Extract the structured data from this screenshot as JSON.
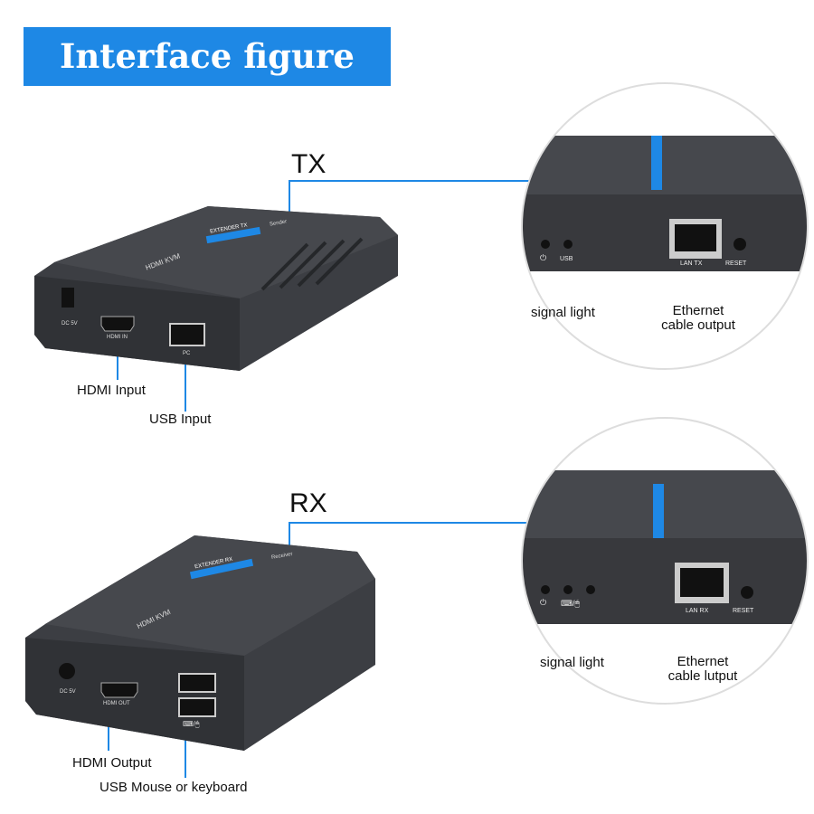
{
  "header": {
    "title": "Interface figure"
  },
  "accent_color": "#1e88e5",
  "tx": {
    "label": "TX",
    "device": {
      "brand": "HDMI KVM",
      "model": "EXTENDER TX",
      "role": "Sender"
    },
    "ports": {
      "dc": "DC 5V",
      "hdmi": "HDMI IN",
      "usb": "PC",
      "lan": "LAN TX",
      "reset": "RESET",
      "usb_led": "USB"
    },
    "callouts": {
      "hdmi": "HDMI Input",
      "usb": "USB Input",
      "signal": "signal light",
      "ethernet_1": "Ethernet",
      "ethernet_2": "cable output"
    }
  },
  "rx": {
    "label": "RX",
    "device": {
      "brand": "HDMI KVM",
      "model": "EXTENDER RX",
      "role": "Receiver"
    },
    "ports": {
      "dc": "DC 5V",
      "hdmi": "HDMI OUT",
      "lan": "LAN RX",
      "reset": "RESET"
    },
    "callouts": {
      "hdmi": "HDMI Output",
      "usb": "USB Mouse or keyboard",
      "signal": "signal light",
      "ethernet_1": "Ethernet",
      "ethernet_2": "cable lutput"
    }
  }
}
